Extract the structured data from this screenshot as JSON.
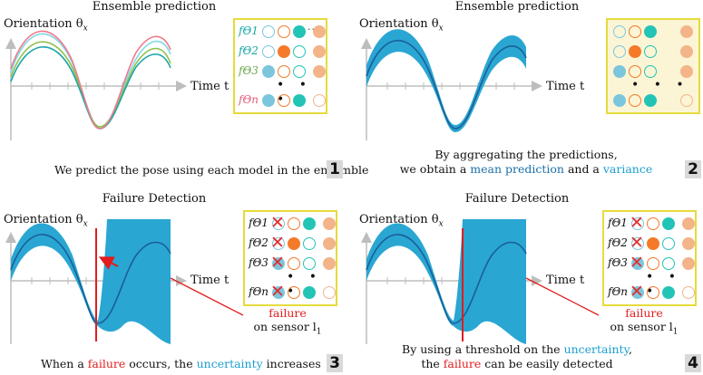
{
  "panels": [
    {
      "id": "1",
      "title": "Ensemble prediction",
      "axis_y": "Orientation θ",
      "axis_y_sub": "x",
      "axis_x": "Time t",
      "caption": "We predict the pose using each model in the ensemble",
      "number": "1"
    },
    {
      "id": "2",
      "title": "Ensemble prediction",
      "axis_y": "Orientation θ",
      "axis_y_sub": "x",
      "axis_x": "Time t",
      "caption_parts": [
        "By aggregating the predictions,",
        "we obtain a ",
        "mean prediction",
        " and a ",
        "variance"
      ],
      "number": "2"
    },
    {
      "id": "3",
      "title": "Failure Detection",
      "axis_y": "Orientation θ",
      "axis_y_sub": "x",
      "axis_x": "Time t",
      "caption_parts": [
        "When a ",
        "failure",
        " occurs, the ",
        "uncertainty",
        " increases"
      ],
      "failure_label": "failure",
      "sensor_label": "on sensor l",
      "sensor_sub": "1",
      "number": "3"
    },
    {
      "id": "4",
      "title": "Failure Detection",
      "axis_y": "Orientation θ",
      "axis_y_sub": "x",
      "axis_x": "Time t",
      "caption_parts": [
        "By using a threshold on the ",
        "uncertainty",
        ",",
        "the ",
        "failure",
        " can be easily detected"
      ],
      "failure_label": "failure",
      "sensor_label": "on sensor l",
      "sensor_sub": "1",
      "number": "4"
    }
  ],
  "ensemble_labels": [
    "fΘ1",
    "fΘ2",
    "fΘ3",
    "fΘn"
  ],
  "ensemble_dots": "• • •",
  "row_dots": "···",
  "colors": {
    "teal": "#23c4b6",
    "orange": "#f47a2a",
    "peach": "#f3b48a",
    "blue_light": "#7cc6dd",
    "blue_band": "#2aa6d3",
    "blue_mean": "#1a6fae",
    "failure_red": "#e11d1d",
    "box_yellow": "#e6db3d",
    "curve_pink": "#f07a8a",
    "curve_green": "#8fbf4a"
  }
}
